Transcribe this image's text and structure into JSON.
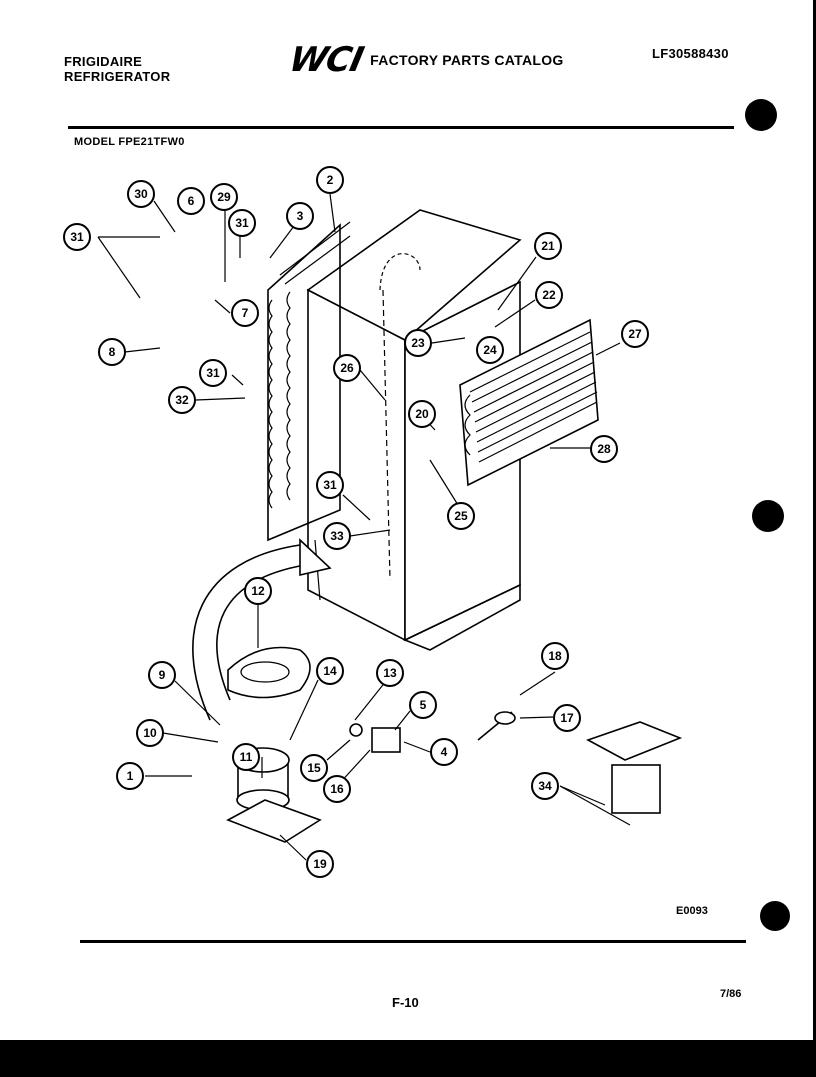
{
  "header": {
    "brand_line1": "FRIGIDAIRE",
    "brand_line2": "REFRIGERATOR",
    "logo_mark": "WCI",
    "catalog_title": "FACTORY PARTS CATALOG",
    "catalog_number": "LF30588430"
  },
  "model": "MODEL FPE21TFW0",
  "callouts": [
    "1",
    "2",
    "3",
    "4",
    "5",
    "6",
    "7",
    "8",
    "9",
    "10",
    "11",
    "12",
    "13",
    "14",
    "15",
    "16",
    "17",
    "18",
    "19",
    "20",
    "21",
    "22",
    "23",
    "24",
    "25",
    "26",
    "27",
    "28",
    "29",
    "30",
    "31",
    "32",
    "33",
    "34"
  ],
  "footer": {
    "figure_code": "E0093",
    "page_number": "F-10",
    "date": "7/86"
  }
}
